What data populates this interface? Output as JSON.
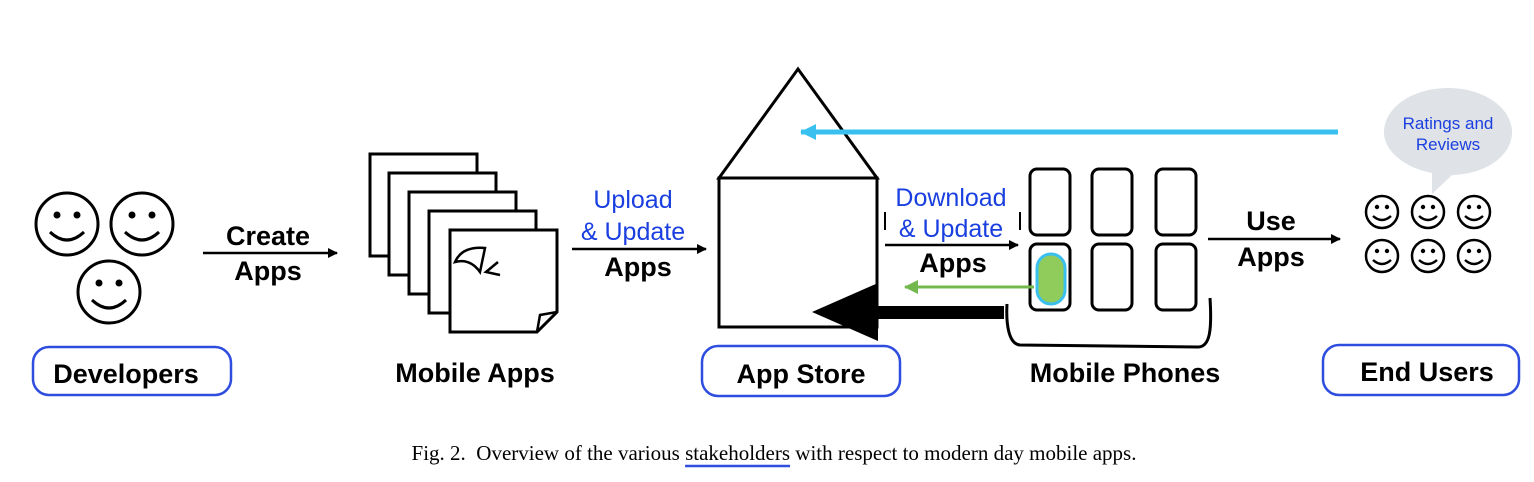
{
  "labels": {
    "developers": "Developers",
    "mobile_apps": "Mobile Apps",
    "app_store": "App Store",
    "mobile_phones": "Mobile Phones",
    "end_users": "End Users"
  },
  "arrows": {
    "create_line1": "Create",
    "create_line2": "Apps",
    "upload_line1": "Upload",
    "upload_line2": "& Update",
    "upload_line3": "Apps",
    "download_line1": "Download",
    "download_line2": "& Update",
    "download_line3": "Apps",
    "use_line1": "Use",
    "use_line2": "Apps"
  },
  "bubble": {
    "line1": "Ratings and",
    "line2": "Reviews"
  },
  "caption": {
    "prefix": "Fig. 2.",
    "before": "Overview of the various",
    "highlight": "stakeholders",
    "after": "with respect to modern day mobile apps."
  },
  "colors": {
    "label_border": "#2f4ee0",
    "blue_text": "#1a3fe0",
    "feedback_arrow": "#3ac0ee",
    "green_arrow": "#72b84d",
    "app_pill": "#8fcc5c"
  }
}
